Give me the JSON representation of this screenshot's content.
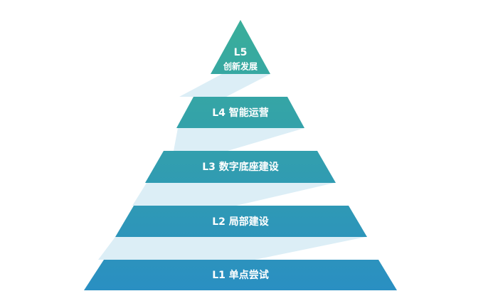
{
  "pyramid": {
    "levels": [
      {
        "code": "L5",
        "name": "创新发展",
        "label": "L5"
      },
      {
        "code": "L4",
        "name": "智能运营",
        "label": "L4 智能运营"
      },
      {
        "code": "L3",
        "name": "数字底座建设",
        "label": "L3 数字底座建设"
      },
      {
        "code": "L2",
        "name": "局部建设",
        "label": "L2 局部建设"
      },
      {
        "code": "L1",
        "name": "单点尝试",
        "label": "L1 单点尝试"
      }
    ],
    "colors": {
      "top": "#3aae9a",
      "bottom": "#2a8fc2",
      "connector": "#dceef6"
    }
  }
}
